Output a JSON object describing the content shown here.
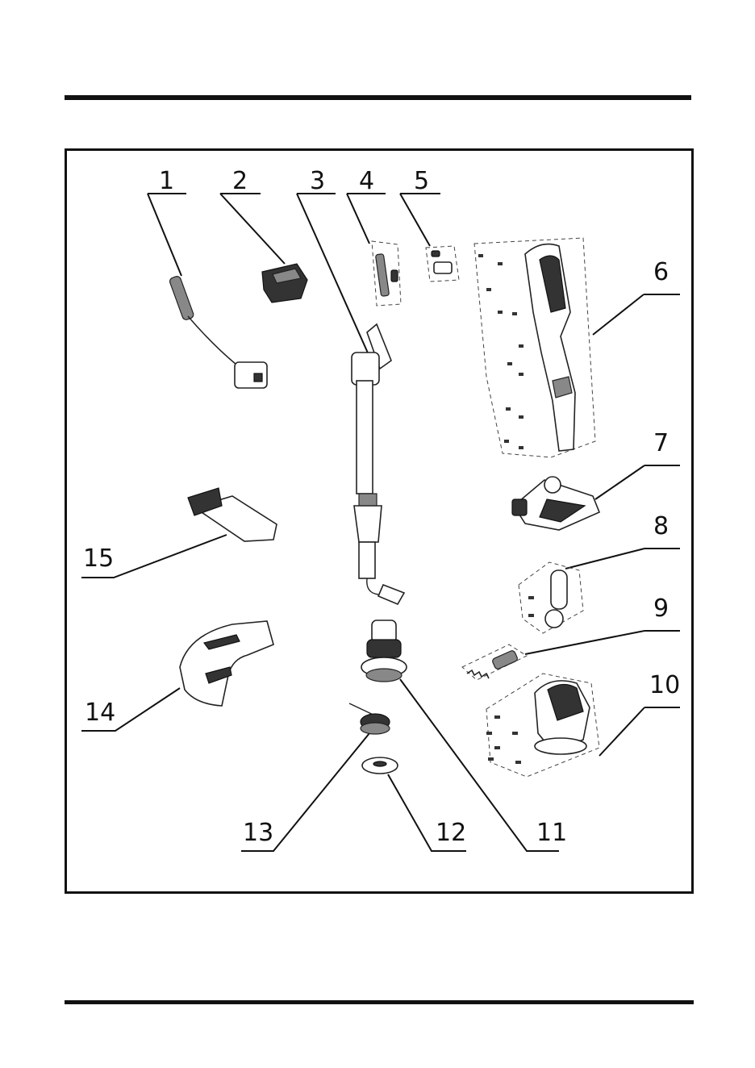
{
  "page": {
    "title": "",
    "footer": ""
  },
  "parts": [
    {
      "number": "1",
      "icon": "battery-charger-icon"
    },
    {
      "number": "2",
      "icon": "battery-pack-icon"
    },
    {
      "number": "3",
      "icon": "shaft-assembly-icon"
    },
    {
      "number": "4",
      "icon": "bracket-icon"
    },
    {
      "number": "5",
      "icon": "switch-icon"
    },
    {
      "number": "6",
      "icon": "handle-housing-icon"
    },
    {
      "number": "7",
      "icon": "auxiliary-handle-icon"
    },
    {
      "number": "8",
      "icon": "joint-adapter-icon"
    },
    {
      "number": "9",
      "icon": "spring-button-icon"
    },
    {
      "number": "10",
      "icon": "motor-housing-icon"
    },
    {
      "number": "11",
      "icon": "motor-icon"
    },
    {
      "number": "12",
      "icon": "spool-cap-icon"
    },
    {
      "number": "13",
      "icon": "line-spool-icon"
    },
    {
      "number": "14",
      "icon": "guard-icon"
    },
    {
      "number": "15",
      "icon": "edge-guide-icon"
    }
  ]
}
